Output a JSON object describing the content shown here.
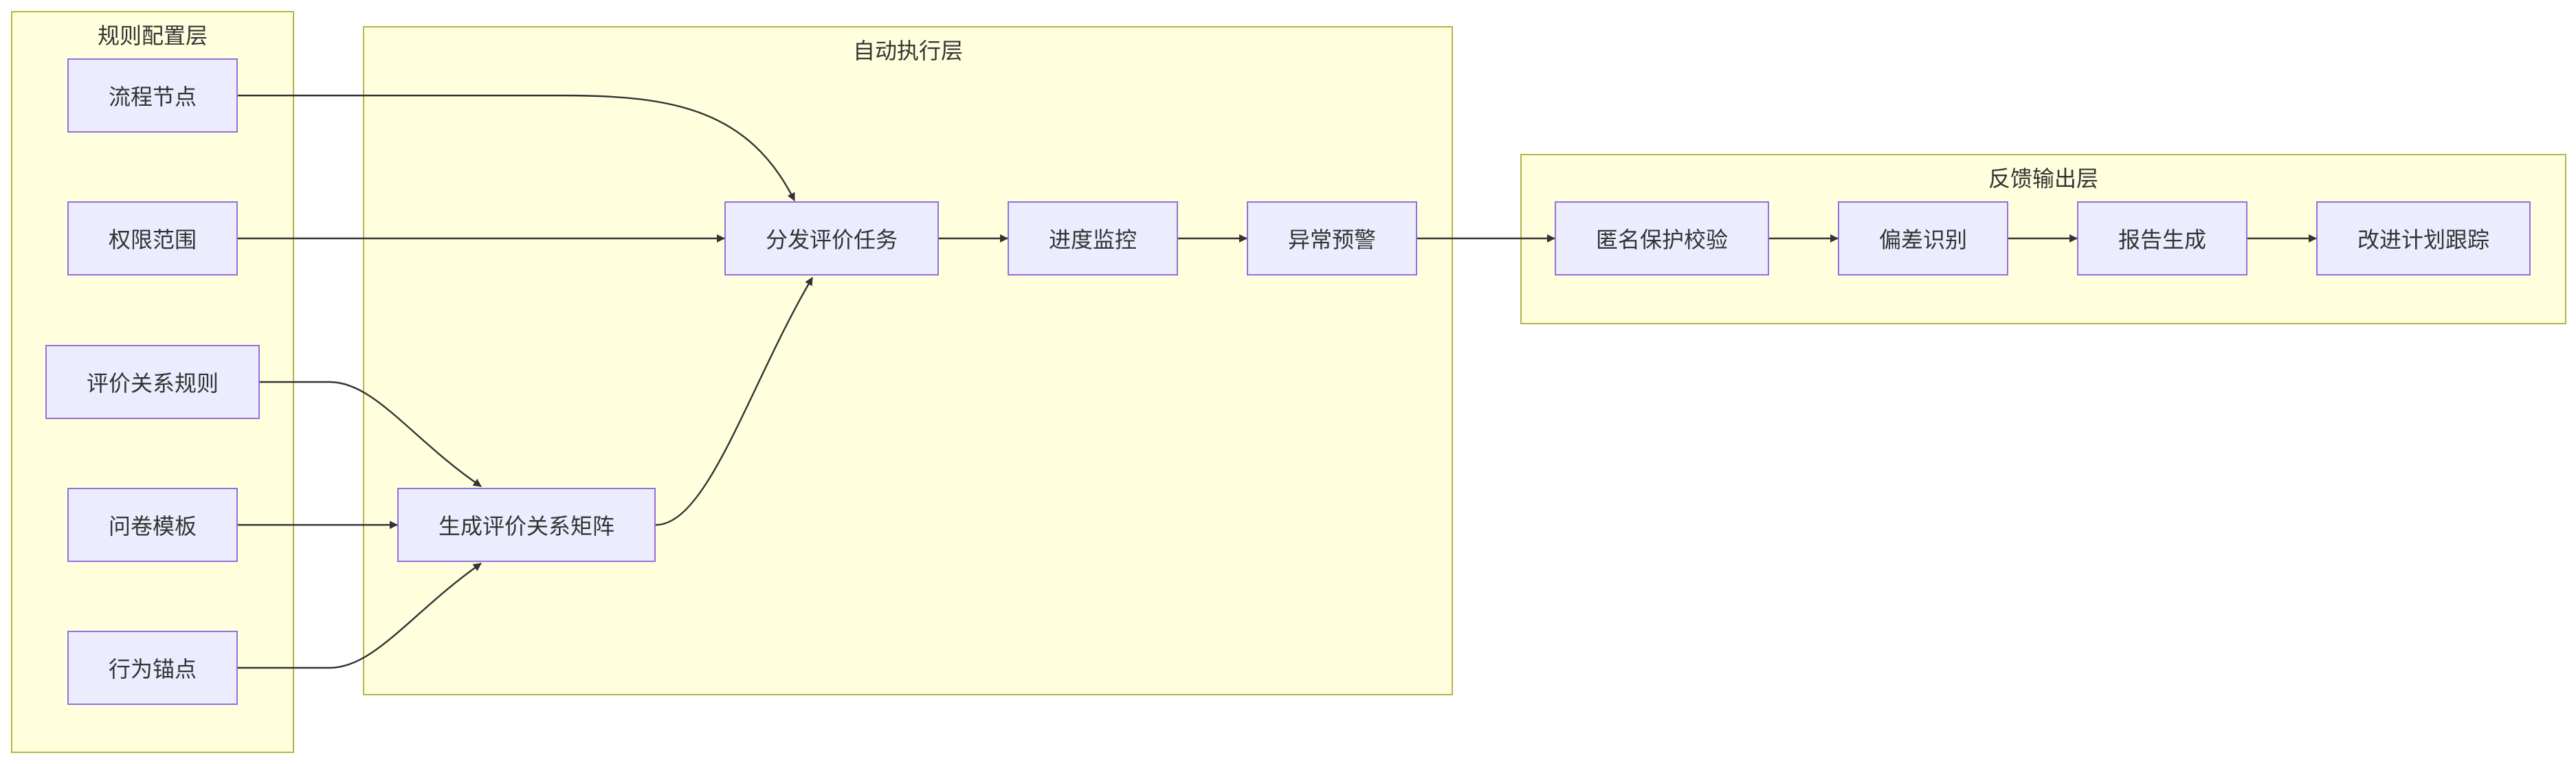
{
  "diagram": {
    "type": "flowchart",
    "clusters": {
      "config": {
        "title": "规则配置层"
      },
      "exec": {
        "title": "自动执行层"
      },
      "output": {
        "title": "反馈输出层"
      }
    },
    "nodes": {
      "flow": "流程节点",
      "perm": "权限范围",
      "rule": "评价关系规则",
      "template": "问卷模板",
      "anchor": "行为锚点",
      "matrix": "生成评价关系矩阵",
      "dispatch": "分发评价任务",
      "monitor": "进度监控",
      "alert": "异常预警",
      "anon": "匿名保护校验",
      "bias": "偏差识别",
      "report": "报告生成",
      "track": "改进计划跟踪"
    },
    "edges": [
      {
        "from": "flow",
        "to": "dispatch"
      },
      {
        "from": "perm",
        "to": "dispatch"
      },
      {
        "from": "rule",
        "to": "matrix"
      },
      {
        "from": "template",
        "to": "matrix"
      },
      {
        "from": "anchor",
        "to": "matrix"
      },
      {
        "from": "matrix",
        "to": "dispatch"
      },
      {
        "from": "dispatch",
        "to": "monitor"
      },
      {
        "from": "monitor",
        "to": "alert"
      },
      {
        "from": "alert",
        "to": "anon"
      },
      {
        "from": "anon",
        "to": "bias"
      },
      {
        "from": "bias",
        "to": "report"
      },
      {
        "from": "report",
        "to": "track"
      }
    ],
    "colors": {
      "cluster_fill": "#ffffde",
      "cluster_border": "#b4b447",
      "node_fill": "#ececff",
      "node_border": "#9370db",
      "edge": "#333333",
      "text": "#333333"
    }
  }
}
